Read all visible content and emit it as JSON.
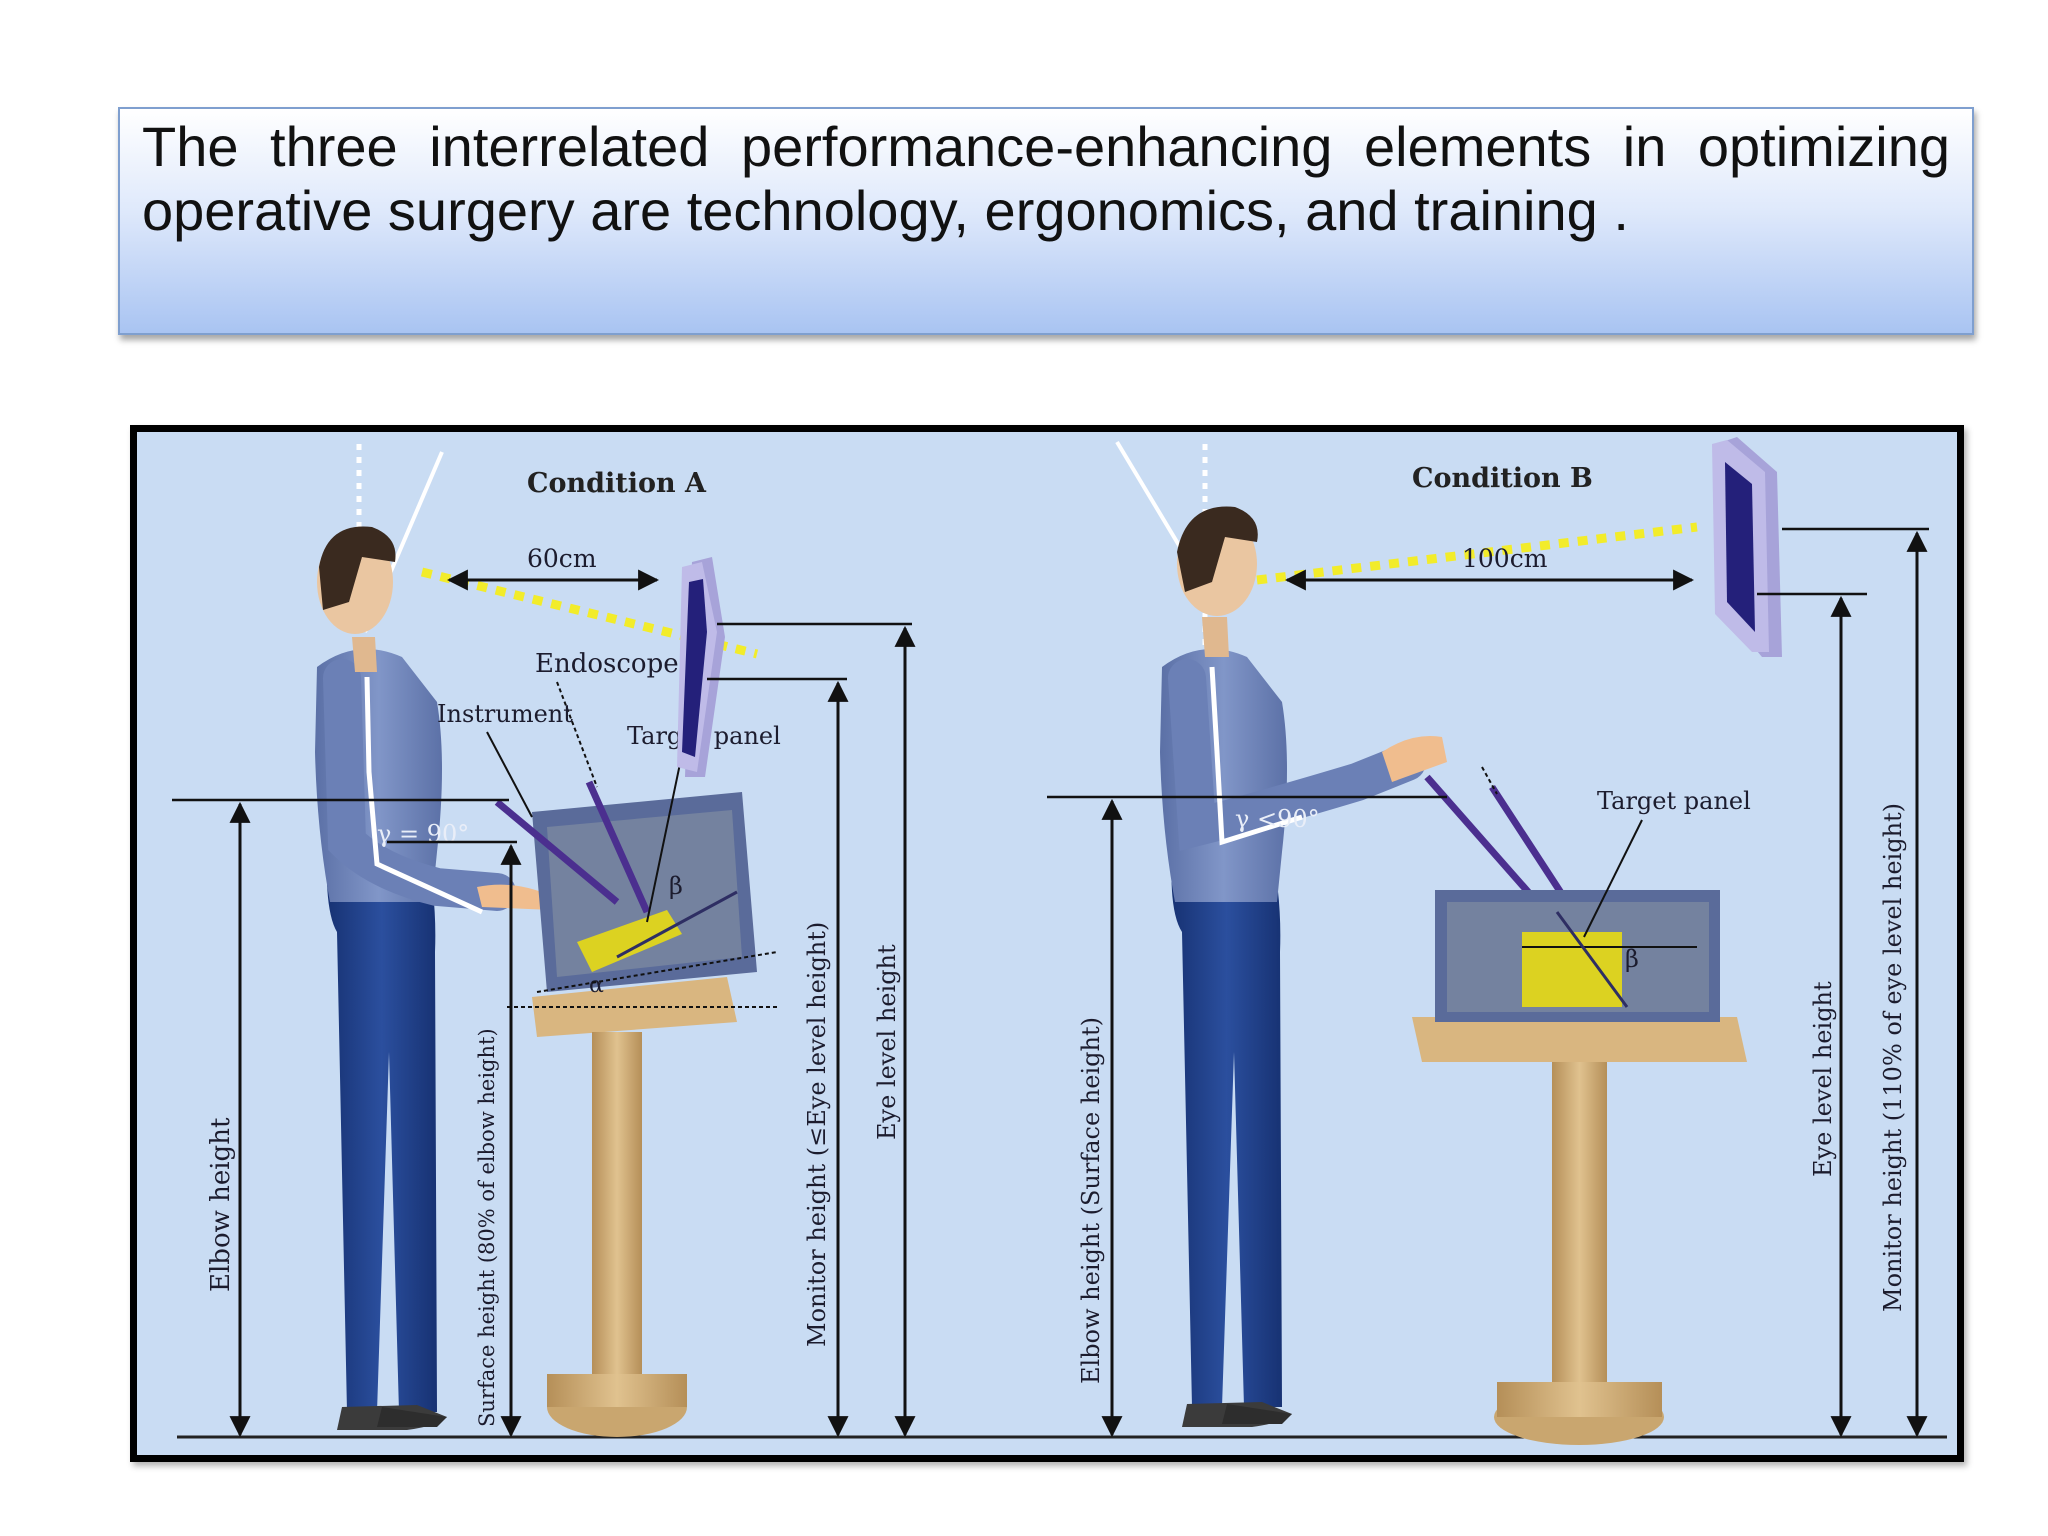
{
  "headline": {
    "text": "The three interrelated performance-enhancing elements in optimizing operative surgery are technology, ergonomics, and training ."
  },
  "figure": {
    "condition_a": {
      "title": "Condition A",
      "distance_label": "60cm",
      "endoscope_label": "Endoscope",
      "instrument_label": "Instrument",
      "target_panel_label": "Target panel",
      "elbow_height_label": "Elbow height",
      "surface_height_label": "Surface height (80% of elbow height)",
      "monitor_height_label": "Monitor height (≤Eye level height)",
      "eye_level_label": "Eye level height",
      "gamma_label": "γ = 90°",
      "alpha_label": "α",
      "beta_label": "β"
    },
    "condition_b": {
      "title": "Condition B",
      "distance_label": "100cm",
      "target_panel_label": "Target panel",
      "elbow_height_label": "Elbow height (Surface height)",
      "eye_level_label": "Eye level height",
      "monitor_height_label": "Monitor height (110% of eye level height)",
      "gamma_label": "γ <90°",
      "beta_label": "β"
    }
  },
  "colors": {
    "figure_background": "#c9dcf3",
    "shirt": "#7187bb",
    "trousers": "#1f3f8c",
    "wood": "#d2b07a",
    "box": "#5a6b9a",
    "target_panel": "#dcd221",
    "monitor_frame": "#a7a3d9",
    "monitor_screen": "#24207a",
    "sightline": "#f2ec2a"
  }
}
